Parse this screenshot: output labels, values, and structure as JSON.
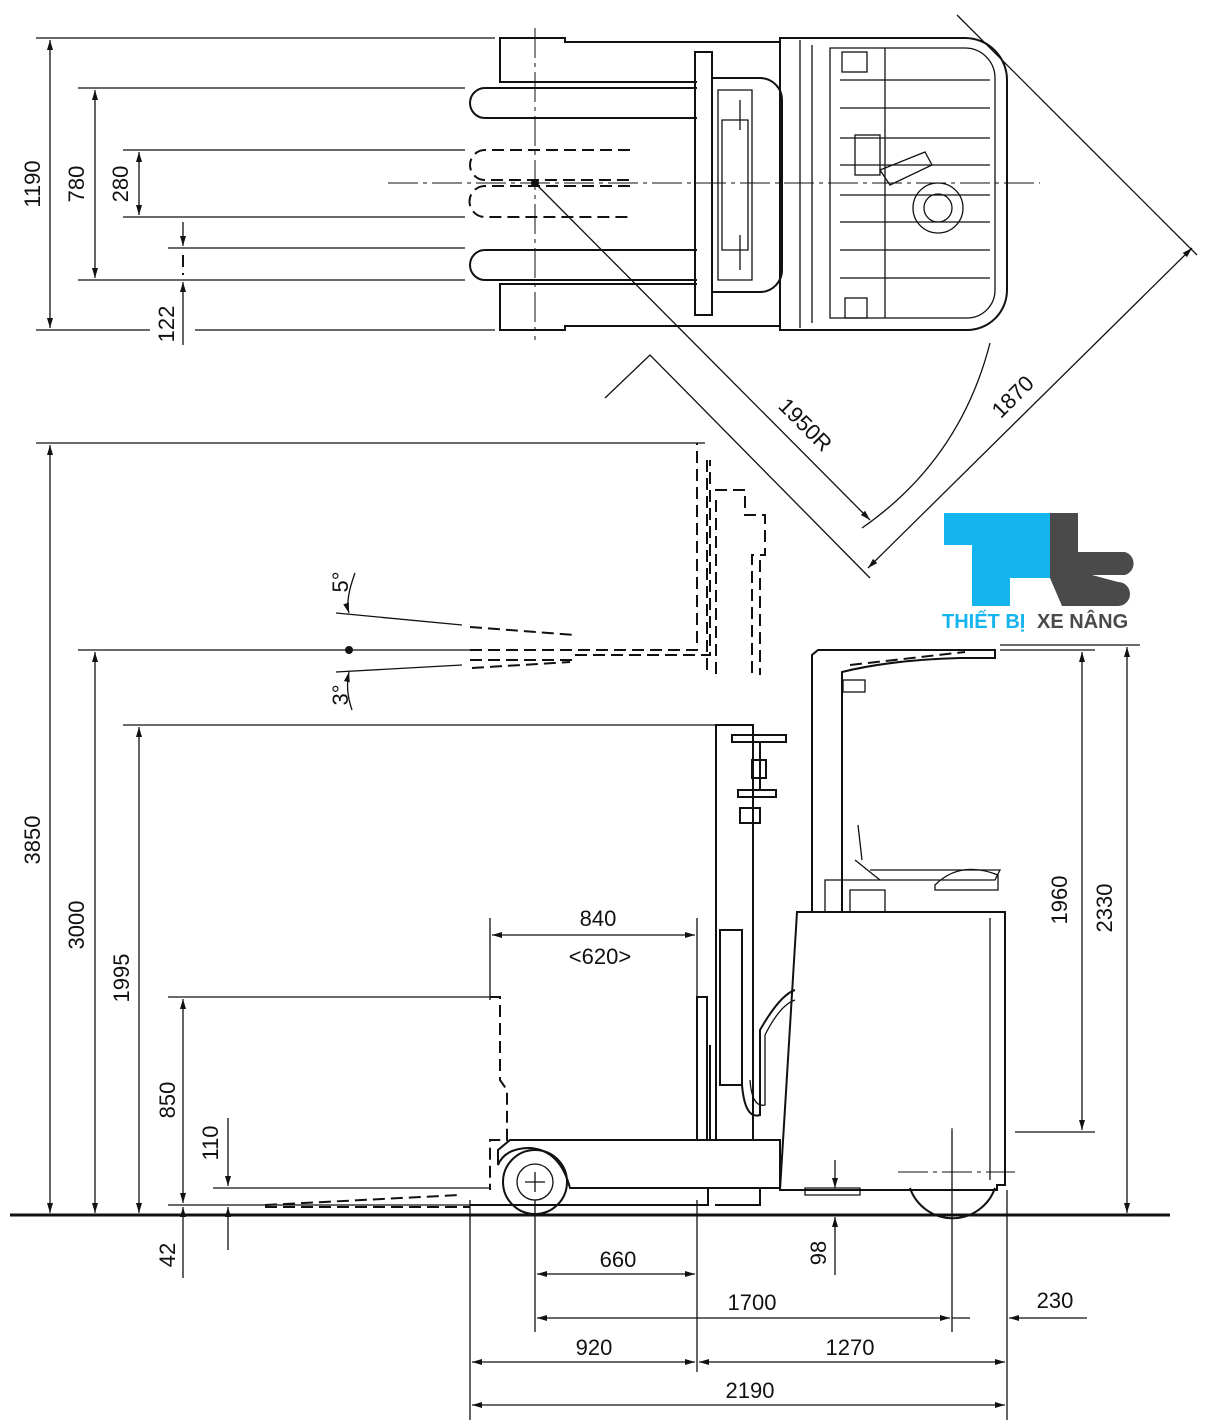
{
  "dimensions": {
    "overall_width": "1190",
    "fork_outer_spread": "780",
    "fork_inner_spread": "280",
    "fork_width": "122",
    "turning_radius": "1950R",
    "right_angle_stack": "1870",
    "tilt_forward": "5°",
    "tilt_backward": "3°",
    "max_lift_height": "3850",
    "max_fork_height": "3000",
    "mast_lowered_height": "1995",
    "reach_fork_height": "850",
    "free_lift": "110",
    "fork_thickness": "42",
    "reach_stroke": "840",
    "reach_stroke_alt": "<620>",
    "operator_height": "1960",
    "overhead_guard_height": "2330",
    "load_wheel_to_mast": "660",
    "wheelbase": "1700",
    "rear_overhang": "230",
    "fork_length": "920",
    "body_length": "1270",
    "overall_length": "2190",
    "ground_clearance": "98"
  },
  "logo": {
    "text_blue": "THIẾT BỊ",
    "text_dark": "XE NÂNG",
    "letters": "Tt",
    "blue": "#14b4ee",
    "dark": "#4a4a4a"
  }
}
